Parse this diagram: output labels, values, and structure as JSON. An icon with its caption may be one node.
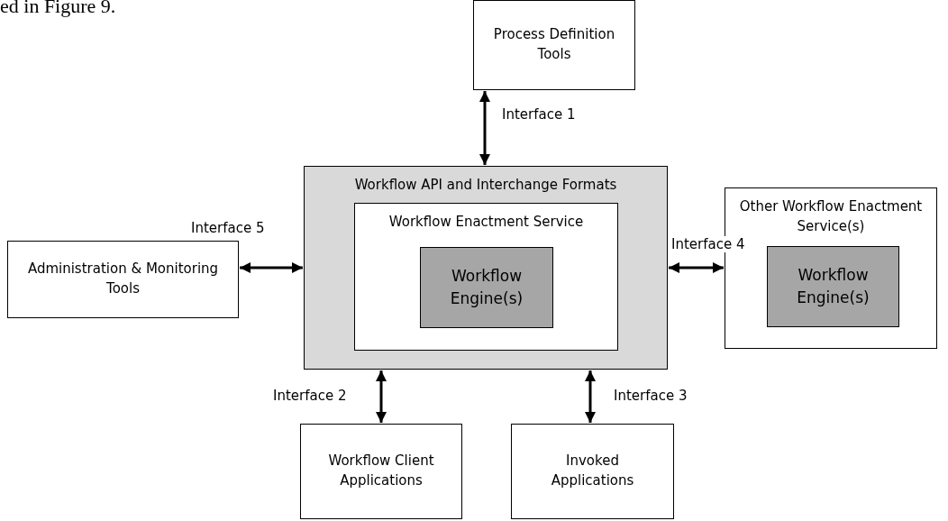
{
  "diagram": {
    "nodes": [
      {
        "text": [
          "Process Definition Tools"
        ]
      },
      {
        "text": [
          "Workflow API and Interchange Formats"
        ]
      },
      {
        "text": [
          "Workflow Enactment Service"
        ],
        "in": 1
      },
      {
        "text": [
          "Workflow Engine(s)"
        ],
        "in": 2
      },
      {
        "text": [
          "Administration & Monitoring Tools"
        ]
      },
      {
        "text": [
          "Other Workflow Enactment Service(s)"
        ]
      },
      {
        "text": [
          "Workflow Engine(s)"
        ],
        "in": 5
      },
      {
        "text": [
          "Workflow Client Applications"
        ]
      },
      {
        "text": [
          "Invoked Applications"
        ]
      }
    ],
    "edges": [
      {
        "from": 0,
        "to": 1,
        "arrow": "both",
        "label": "Interface 1"
      },
      {
        "from": 4,
        "to": 1,
        "arrow": "both",
        "label": "Interface 5"
      },
      {
        "from": 1,
        "to": 5,
        "arrow": "both",
        "label": "Interface 4"
      },
      {
        "from": 1,
        "to": 7,
        "arrow": "both",
        "label": "Interface 2"
      },
      {
        "from": 1,
        "to": 8,
        "arrow": "both",
        "label": "Interface 3"
      }
    ],
    "labels": [
      "ed in Figure 9."
    ]
  }
}
